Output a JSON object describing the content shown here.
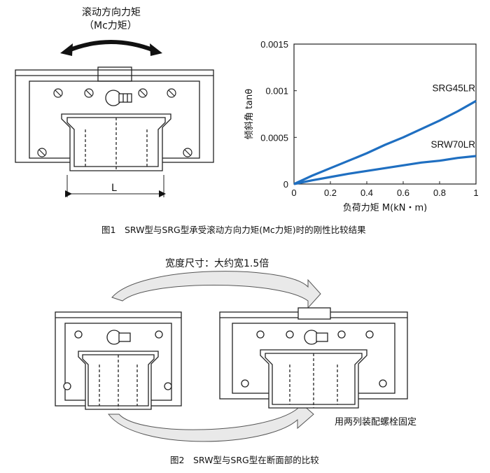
{
  "figure1": {
    "rolling_moment_label": "滚动方向力矩",
    "rolling_moment_sub": "（Mc力矩）",
    "dimension_label": "L",
    "caption": "图1　SRW型与SRG型承受滚动方向力矩(Mc力矩)时的刚性比较结果"
  },
  "figure2": {
    "width_label": "宽度尺寸：大约宽1.5倍",
    "bolt_note": "用两列装配螺栓固定",
    "caption": "图2　SRW型与SRG型在断面部的比较"
  },
  "colors": {
    "series": "#1f6fc1",
    "ink": "#111111"
  },
  "chart_data": {
    "type": "line",
    "xlabel": "负荷力矩 M(kN・m)",
    "ylabel": "倾斜角 tanθ",
    "xlim": [
      0,
      1
    ],
    "ylim": [
      0,
      0.0015
    ],
    "x_ticks": [
      "0",
      "0.2",
      "0.4",
      "0.6",
      "0.8",
      "1"
    ],
    "y_ticks": [
      "0",
      "0.0005",
      "0.001",
      "0.0015"
    ],
    "grid": false,
    "series": [
      {
        "name": "SRG45LR",
        "x": [
          0,
          0.1,
          0.2,
          0.3,
          0.4,
          0.5,
          0.6,
          0.7,
          0.8,
          0.9,
          1.0
        ],
        "y": [
          0,
          9e-05,
          0.00017,
          0.00025,
          0.00033,
          0.00042,
          0.0005,
          0.00059,
          0.00068,
          0.00078,
          0.00089
        ]
      },
      {
        "name": "SRW70LR",
        "x": [
          0,
          0.1,
          0.2,
          0.3,
          0.4,
          0.5,
          0.6,
          0.7,
          0.8,
          0.9,
          1.0
        ],
        "y": [
          0,
          4e-05,
          7.5e-05,
          0.00011,
          0.00014,
          0.00017,
          0.0002,
          0.00023,
          0.00025,
          0.00028,
          0.0003
        ]
      }
    ]
  }
}
